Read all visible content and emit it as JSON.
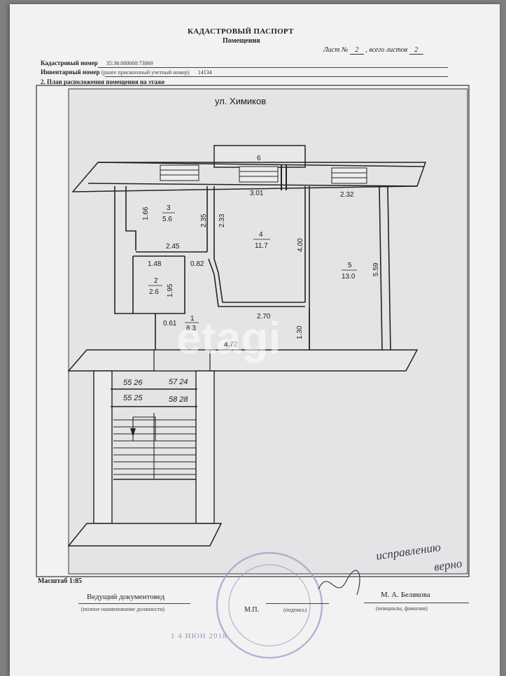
{
  "header": {
    "title": "КАДАСТРОВЫЙ ПАСПОРТ",
    "subtitle": "Помещения",
    "sheet_label": "Лист №",
    "sheet_no": "2",
    "sheets_total_label": ", всего листов",
    "sheets_total": "2"
  },
  "fields": {
    "cadastral_label": "Кадастровый номер",
    "cadastral_value": "35:36:000000:73069",
    "inventory_label": "Инвентарный номер",
    "inventory_note": "(ранее присвоенный учетный номер)",
    "inventory_value": "14134",
    "section_label": "2. План расположения помещения на этаже"
  },
  "plan": {
    "street": "ул. Химиков",
    "dims": {
      "d6": "6",
      "d301": "3.01",
      "d232": "2.32",
      "d166": "1.66",
      "d235": "2.35",
      "d233": "2.33",
      "d400": "4.00",
      "d245": "2.45",
      "d148": "1.48",
      "d082": "0.82",
      "d195": "1.95",
      "d061": "0.61",
      "d270": "2.70",
      "d130": "1.30",
      "d472": "4.72",
      "d559": "5.59"
    },
    "rooms": [
      {
        "no": "3",
        "area": "5.6"
      },
      {
        "no": "4",
        "area": "11.7"
      },
      {
        "no": "2",
        "area": "2.6"
      },
      {
        "no": "1",
        "area": "8.3"
      },
      {
        "no": "5",
        "area": "13.0"
      }
    ],
    "stair_marks": [
      "55 26",
      "55 25",
      "57 24",
      "58 28"
    ],
    "watermark": "etagi"
  },
  "footer": {
    "scale": "Масштаб 1:85",
    "position": "Ведущий документовед",
    "position_caption": "(полное наименование должности)",
    "mp": "М.П.",
    "signature_caption": "(подпись)",
    "person": "М. А. Белякова",
    "person_caption": "(инициалы, фамилия)",
    "handwritten_1": "исправлению",
    "handwritten_2": "верно",
    "stamp_date": "1 4 ИЮН 2018"
  }
}
